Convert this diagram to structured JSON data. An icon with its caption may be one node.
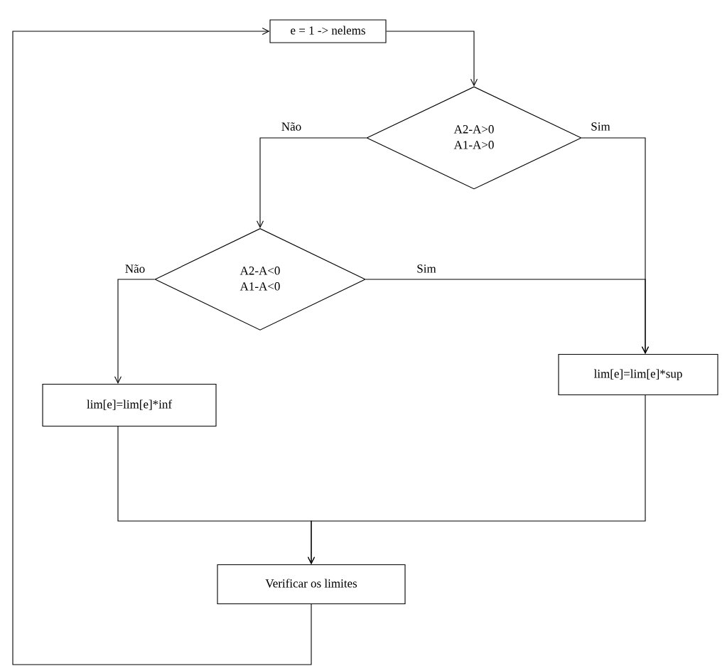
{
  "diagram": {
    "nodes": [
      {
        "text": [
          "e = 1 -> nelems"
        ]
      },
      {
        "text": [
          "A2-A>0",
          "A1-A>0"
        ]
      },
      {
        "text": [
          "A2-A<0",
          "A1-A<0"
        ]
      },
      {
        "text": [
          "lim[e]=lim[e]*inf"
        ]
      },
      {
        "text": [
          "lim[e]=lim[e]*sup"
        ]
      },
      {
        "text": [
          "Verificar os limites"
        ]
      }
    ],
    "edges": [
      {
        "from": 0,
        "to": 1,
        "arrow": "to"
      },
      {
        "from": 1,
        "to": 2,
        "arrow": "to",
        "label": "Não"
      },
      {
        "from": 1,
        "to": 4,
        "arrow": "to",
        "label": "Sim"
      },
      {
        "from": 2,
        "to": 3,
        "arrow": "to",
        "label": "Não"
      },
      {
        "from": 2,
        "to": 4,
        "arrow": "to",
        "label": "Sim"
      },
      {
        "from": 3,
        "to": 5,
        "arrow": "to"
      },
      {
        "from": 4,
        "to": 5,
        "arrow": "to"
      },
      {
        "from": 5,
        "to": 0,
        "arrow": "to"
      }
    ]
  }
}
